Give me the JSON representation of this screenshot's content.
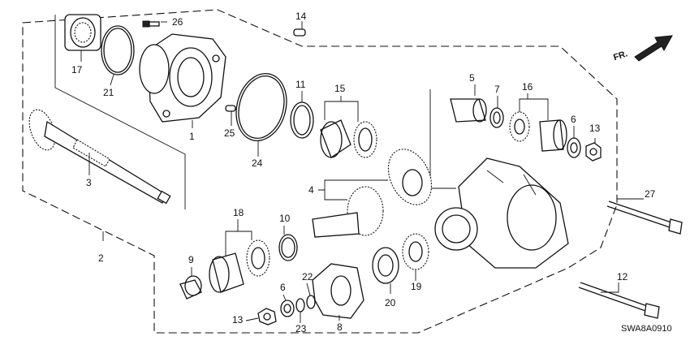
{
  "diagram": {
    "code": "SWA8A0910",
    "direction_label": "FR.",
    "callouts": {
      "c1": "1",
      "c2": "2",
      "c3": "3",
      "c4": "4",
      "c5": "5",
      "c6a": "6",
      "c6b": "6",
      "c7": "7",
      "c8": "8",
      "c9": "9",
      "c10": "10",
      "c11": "11",
      "c12": "12",
      "c13a": "13",
      "c13b": "13",
      "c14": "14",
      "c15": "15",
      "c16": "16",
      "c17": "17",
      "c18": "18",
      "c19": "19",
      "c20": "20",
      "c21": "21",
      "c22": "22",
      "c23": "23",
      "c24": "24",
      "c25": "25",
      "c26": "26",
      "c27": "27"
    }
  }
}
